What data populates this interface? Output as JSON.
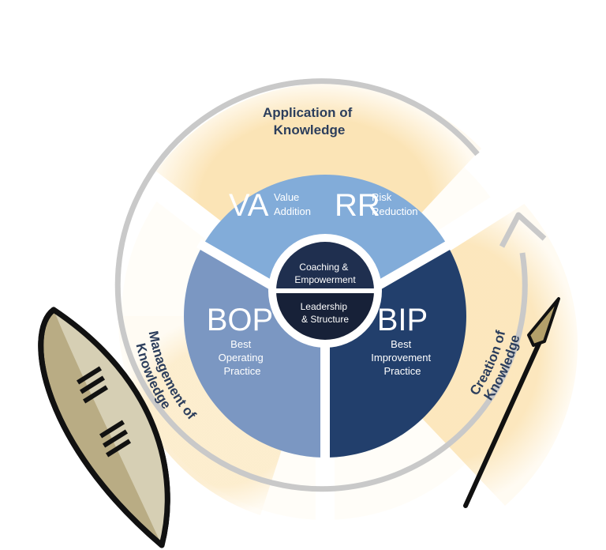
{
  "ring": {
    "application": {
      "line1": "Application of",
      "line2": "Knowledge"
    },
    "creation": {
      "line1": "Creation of",
      "line2": "Knowledge"
    },
    "management": {
      "line1": "Management of",
      "line2": "Knowledge"
    }
  },
  "segments": {
    "va": {
      "abbr": "VA",
      "line1": "Value",
      "line2": "Addition"
    },
    "rr": {
      "abbr": "RR",
      "line1": "Risk",
      "line2": "Reduction"
    },
    "bop": {
      "abbr": "BOP",
      "line1": "Best",
      "line2": "Operating",
      "line3": "Practice"
    },
    "bip": {
      "abbr": "BIP",
      "line1": "Best",
      "line2": "Improvement",
      "line3": "Practice"
    }
  },
  "center": {
    "top": {
      "line1": "Coaching &",
      "line2": "Empowerment"
    },
    "bottom": {
      "line1": "Leadership",
      "line2": "& Structure"
    }
  },
  "colors": {
    "ring_cream": "#fbe9c6",
    "ring_outline": "#c9c9c9",
    "top_segment": "#82acd9",
    "left_segment": "#7b97c2",
    "right_segment": "#223f6c",
    "center_dark": "#1f2f4f",
    "label_text": "#2c3e5c"
  },
  "icons": [
    "shield-icon",
    "spear-icon",
    "cycle-arrow-icon"
  ]
}
